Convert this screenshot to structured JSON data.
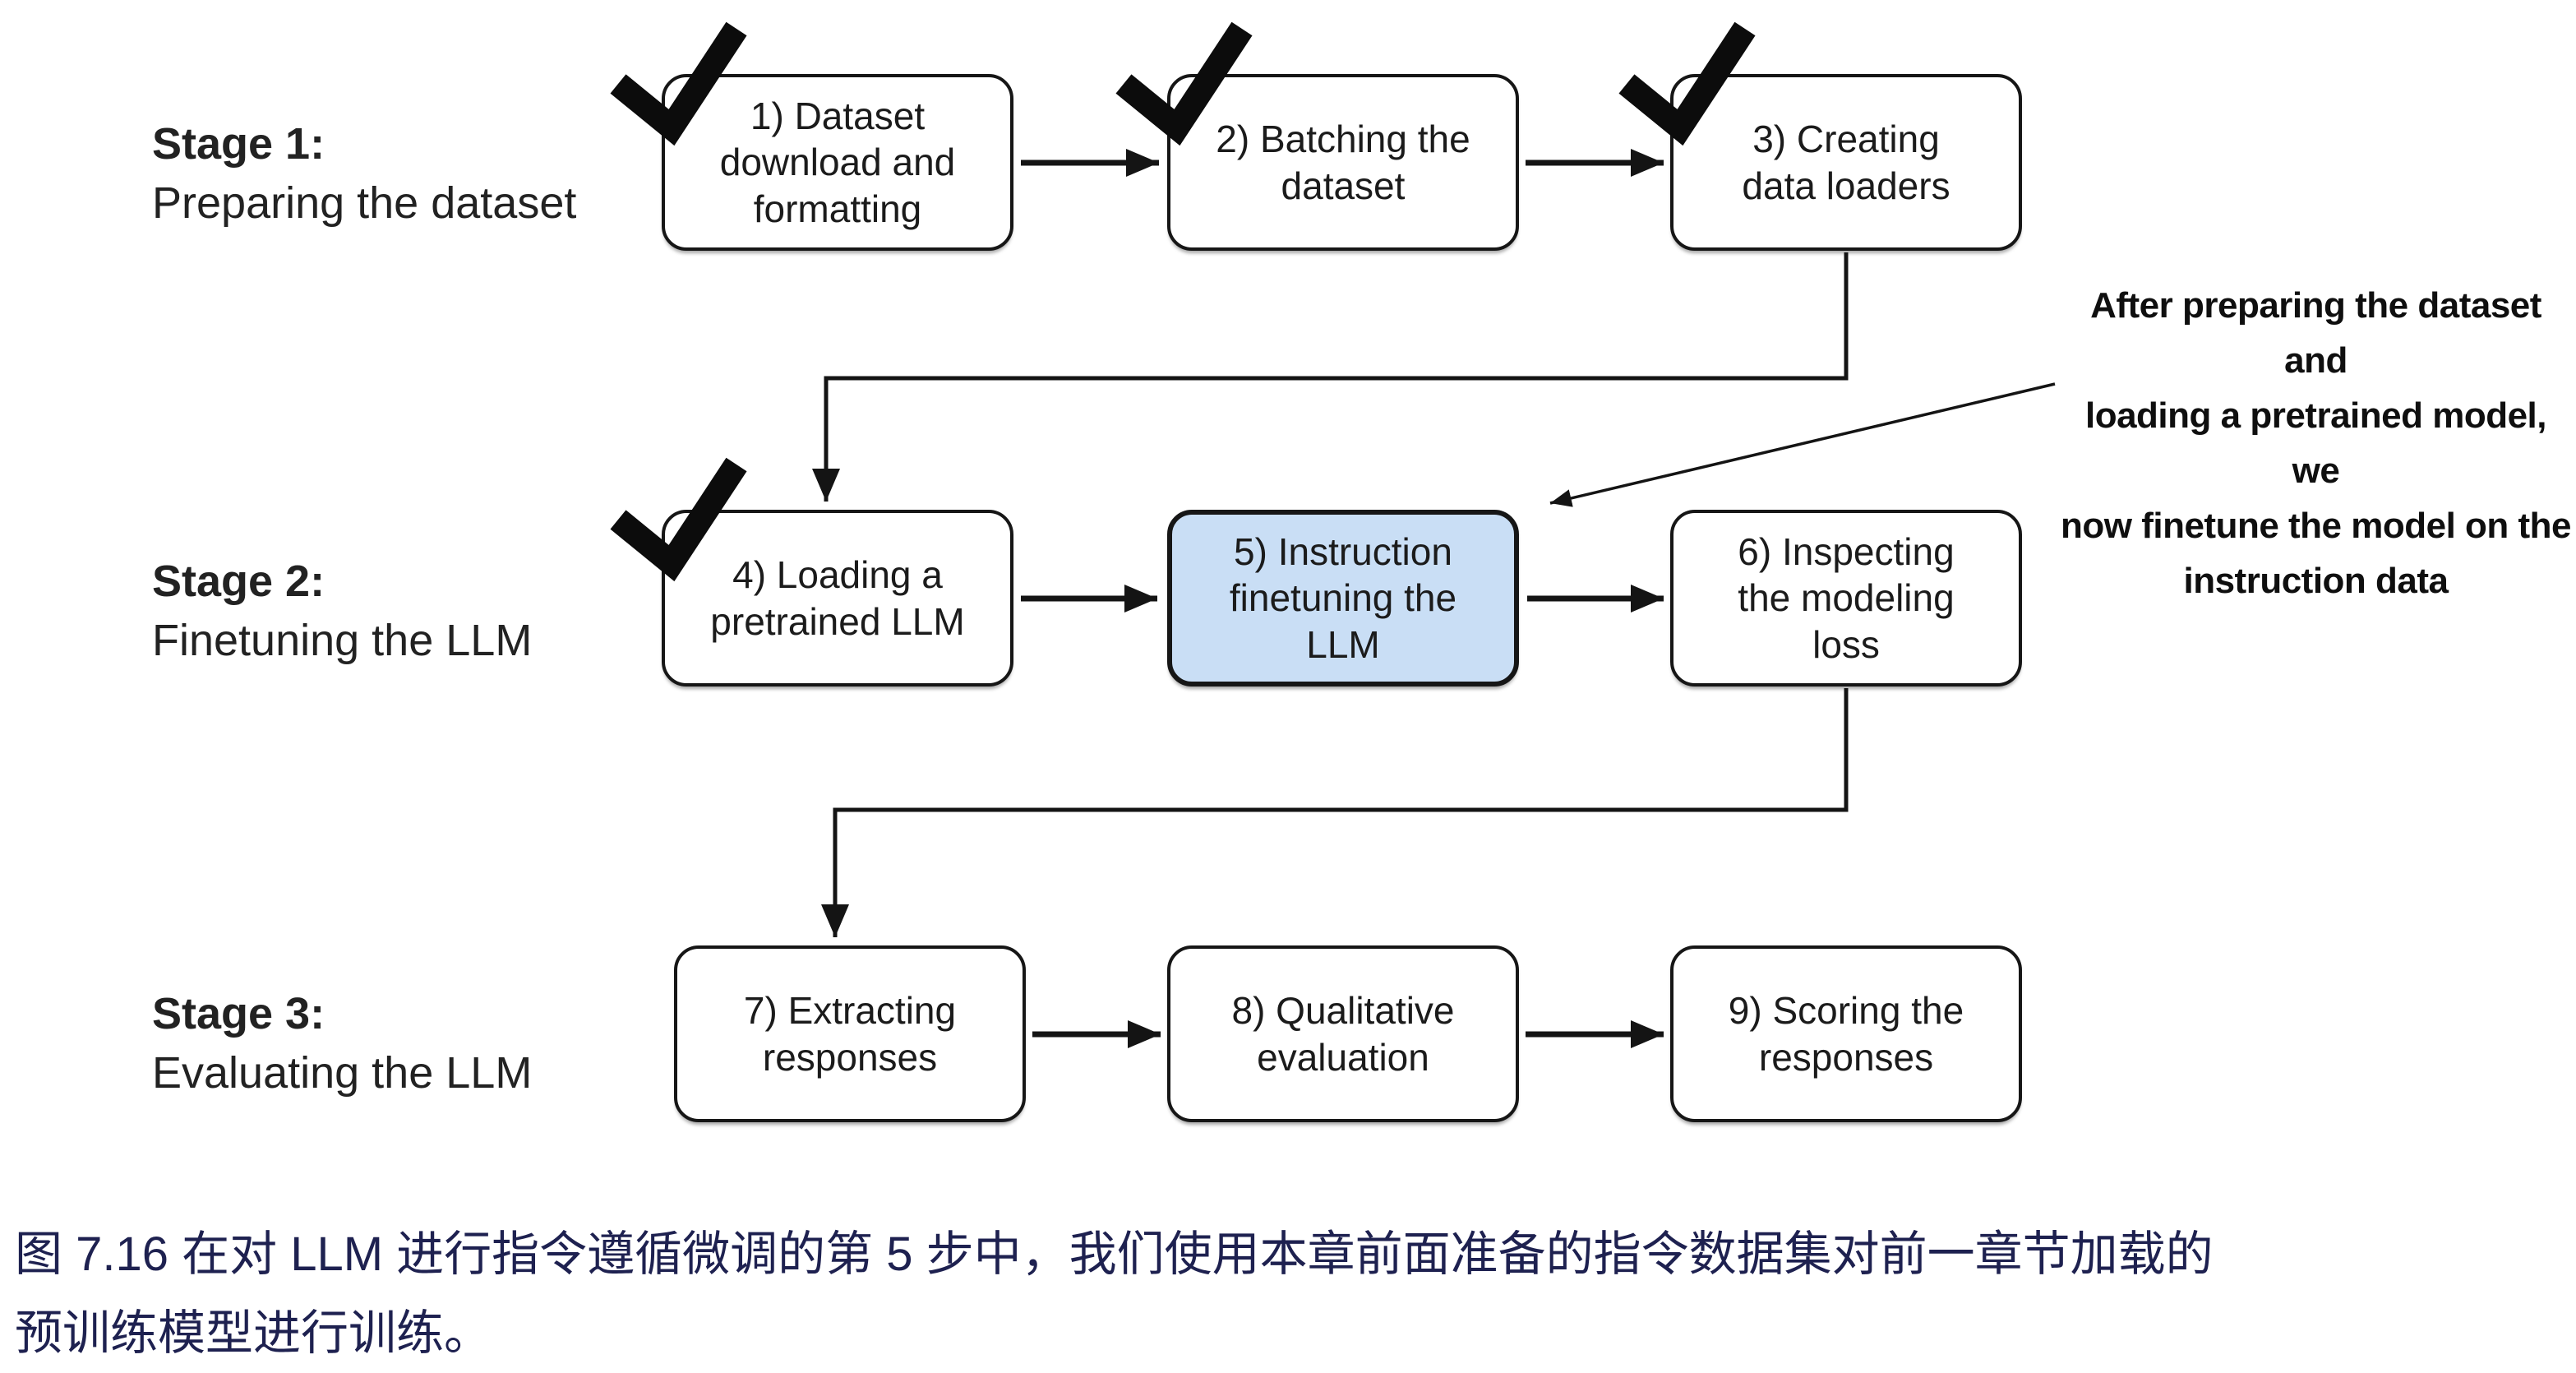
{
  "stages": [
    {
      "title": "Stage 1:",
      "subtitle": "Preparing the dataset"
    },
    {
      "title": "Stage 2:",
      "subtitle": "Finetuning the LLM"
    },
    {
      "title": "Stage 3:",
      "subtitle": "Evaluating the LLM"
    }
  ],
  "boxes": [
    {
      "step": "1",
      "label": "1) Dataset\ndownload and\nformatting",
      "checked": true,
      "highlighted": false
    },
    {
      "step": "2",
      "label": "2) Batching the\ndataset",
      "checked": true,
      "highlighted": false
    },
    {
      "step": "3",
      "label": "3) Creating\ndata loaders",
      "checked": true,
      "highlighted": false
    },
    {
      "step": "4",
      "label": "4) Loading a\npretrained LLM",
      "checked": true,
      "highlighted": false
    },
    {
      "step": "5",
      "label": "5) Instruction\nfinetuning the\nLLM",
      "checked": false,
      "highlighted": true
    },
    {
      "step": "6",
      "label": "6) Inspecting\nthe modeling\nloss",
      "checked": false,
      "highlighted": false
    },
    {
      "step": "7",
      "label": "7) Extracting\nresponses",
      "checked": false,
      "highlighted": false
    },
    {
      "step": "8",
      "label": "8) Qualitative\nevaluation",
      "checked": false,
      "highlighted": false
    },
    {
      "step": "9",
      "label": "9) Scoring the\nresponses",
      "checked": false,
      "highlighted": false
    }
  ],
  "annotation": {
    "text": "After preparing the dataset and\nloading a pretrained model, we\nnow finetune the model on the\ninstruction data"
  },
  "caption": {
    "text": "图 7.16 在对 LLM 进行指令遵循微调的第 5 步中，我们使用本章前面准备的指令数据集对前一章节加载的\n预训练模型进行训练。"
  },
  "colors": {
    "highlight_fill": "#c9def5",
    "caption": "#1e2150",
    "ink": "#141414"
  }
}
